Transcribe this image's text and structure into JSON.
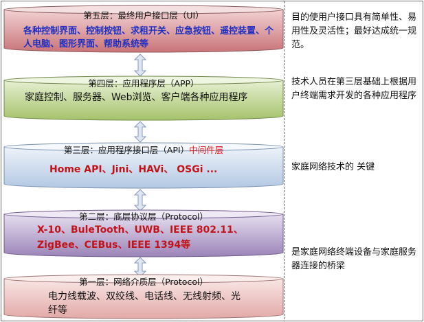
{
  "layers": [
    {
      "title": "第五层：最终用户接口层（UI）",
      "title_tag": "",
      "body": "各种控制界面、控制按钮、求租开关、应急按钮、遥控装置、个人电脑、图形界面、帮助系统等",
      "note": "目的使用户接口具有简单性、易用性及灵活性；最好达成统一规范。",
      "fill": "#d98e92",
      "text_color": "#1f2fc0"
    },
    {
      "title": "第四层：应用程序层（APP）",
      "title_tag": "",
      "body": "家庭控制、服务器、Web浏览、客户端各种应用程序",
      "note": "技术人员在第三层基础上根据用户终端需求开发的各种应用程序",
      "fill": "#b3cc7f",
      "text_color": "#111111"
    },
    {
      "title": "第三层：应用程序接口层（API）",
      "title_tag": "中间件层",
      "body": "Home API、Jini、HAVi、 OSGi ...",
      "note": "家庭网络技术的 关键",
      "fill": "#bfd1e6",
      "text_color": "#c0141a"
    },
    {
      "title": "第二层：底层协议层（Protocol）",
      "title_tag": "",
      "body": "X-10、BuleTooth、UWB、IEEE 802.11、ZigBee、CEBus、IEEE 1394等",
      "note": "是家庭网络终端设备与家庭服务器连接的桥梁",
      "fill": "#a995c2",
      "text_color": "#c0141a"
    },
    {
      "title": "第一层：网络介质层（Protocol）",
      "title_tag": "",
      "body": "电力线载波、双绞线、电话线、无线射频、光纤等",
      "note": "",
      "fill": "#e6b5b4",
      "text_color": "#111111"
    }
  ]
}
